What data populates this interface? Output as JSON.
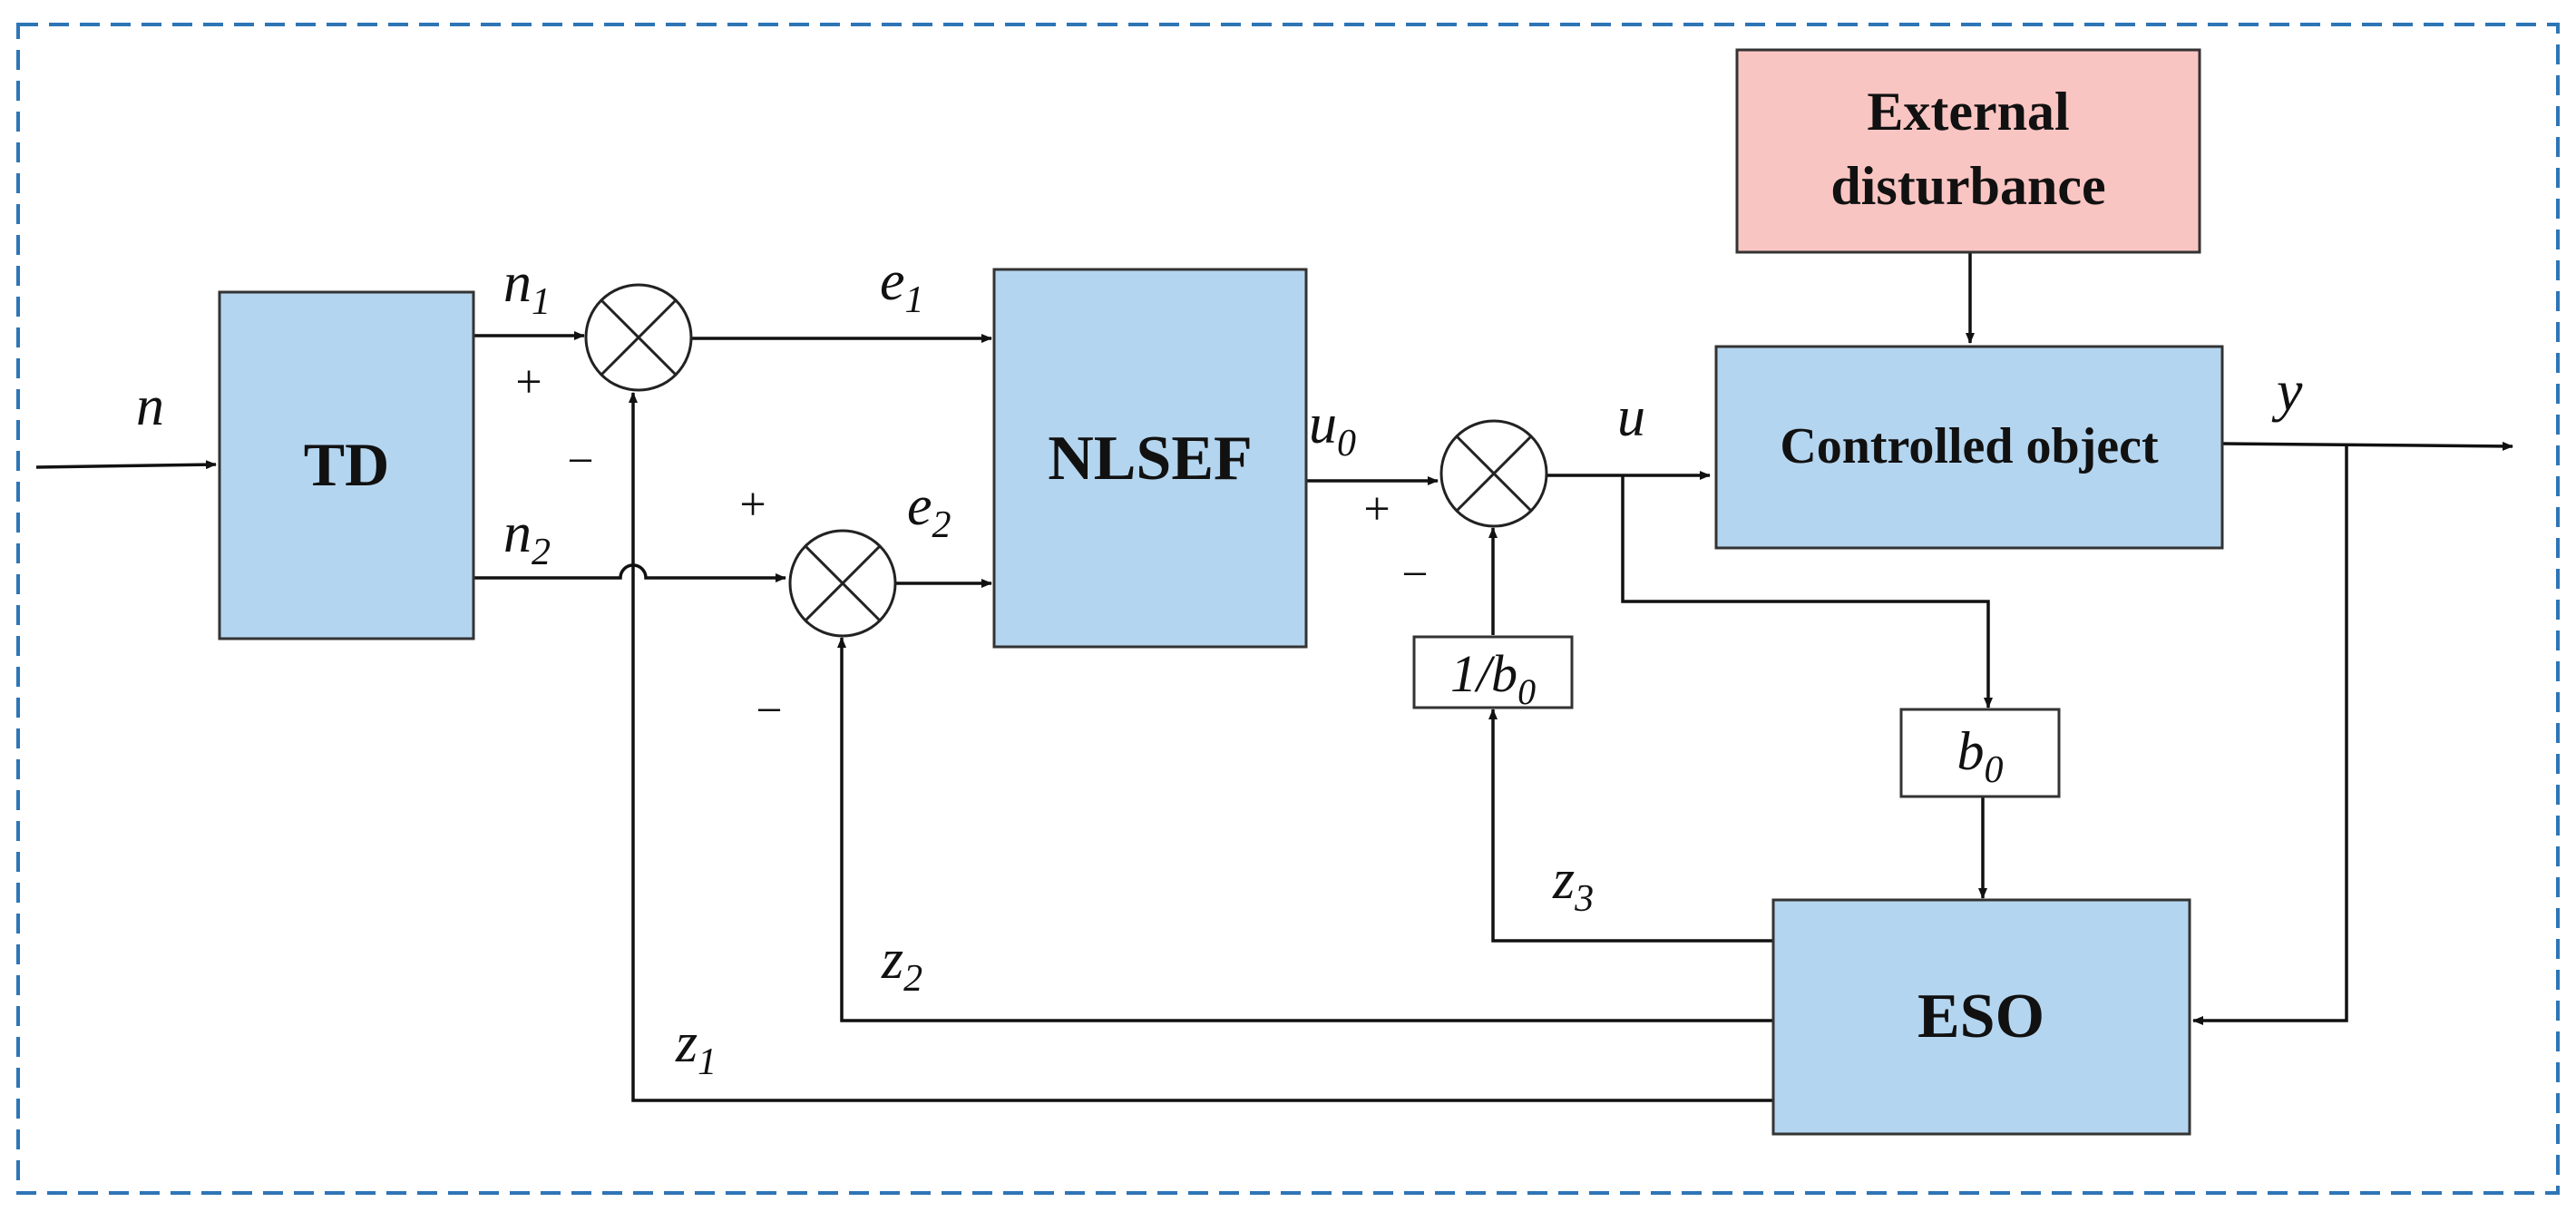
{
  "blocks": {
    "td": "TD",
    "nlsef": "NLSEF",
    "plant": "Controlled object",
    "eso": "ESO",
    "disturbance_line1": "External",
    "disturbance_line2": "disturbance",
    "gain_inv_b0": "1/b",
    "gain_inv_b0_sub": "0",
    "gain_b0": "b",
    "gain_b0_sub": "0"
  },
  "signals": {
    "n": "n",
    "n1": "n",
    "n1_sub": "1",
    "n2": "n",
    "n2_sub": "2",
    "e1": "e",
    "e1_sub": "1",
    "e2": "e",
    "e2_sub": "2",
    "u0": "u",
    "u0_sub": "0",
    "u": "u",
    "y": "y",
    "z1": "z",
    "z1_sub": "1",
    "z2": "z",
    "z2_sub": "2",
    "z3": "z",
    "z3_sub": "3"
  },
  "signs": {
    "plus": "+",
    "minus": "−"
  },
  "colors": {
    "block_fill": "#b4d5ef",
    "disturbance_fill": "#f9c5c2",
    "frame": "#2e75b6"
  }
}
